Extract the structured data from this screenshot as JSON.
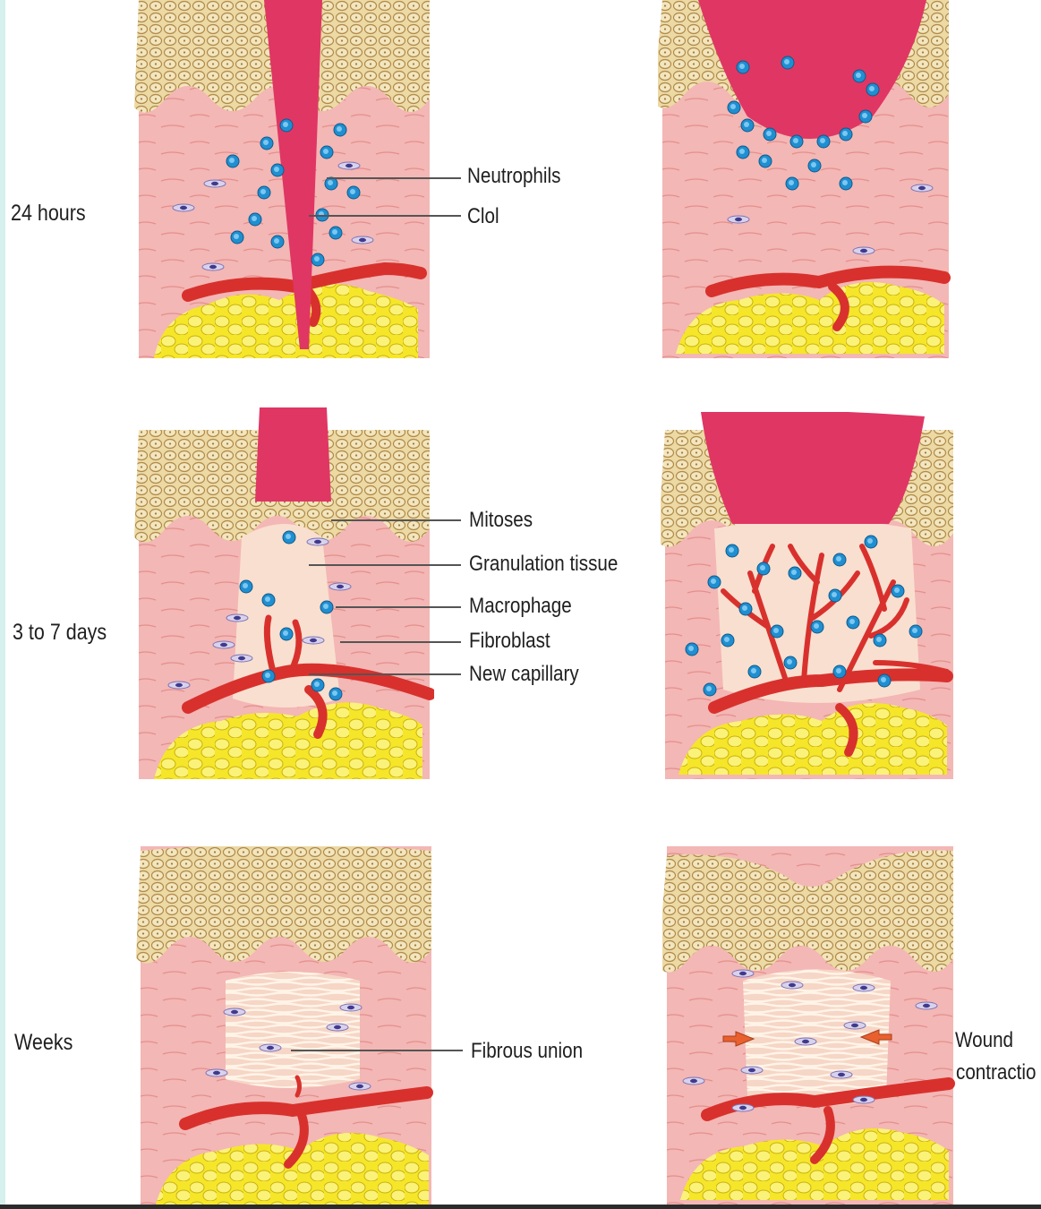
{
  "rows": [
    {
      "label": "24 hours",
      "callouts": [
        "Neutrophils",
        "Clol"
      ]
    },
    {
      "label": "3 to 7 days",
      "callouts": [
        "Mitoses",
        "Granulation tissue",
        "Macrophage",
        "Fibroblast",
        "New capillary"
      ]
    },
    {
      "label": "Weeks",
      "callouts": [
        "Fibrous union"
      ],
      "side_note": [
        "Wound",
        "contractio"
      ]
    }
  ],
  "colors": {
    "epidermis": "#ecd9a4",
    "dermis": "#f3b7b5",
    "fat": "#f6e62a",
    "clot": "#e03664",
    "vessel": "#d8312d",
    "neutrophil": "#1f8fd1",
    "arrow": "#e9602e"
  },
  "icons": [
    "neutrophil-cell-icon",
    "fibroblast-cell-icon",
    "contraction-arrow-icon"
  ]
}
